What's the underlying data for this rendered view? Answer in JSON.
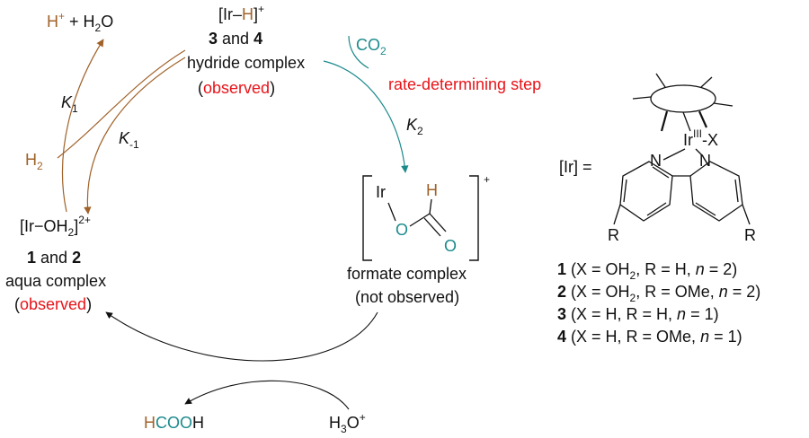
{
  "colors": {
    "brown": "#a0622a",
    "teal": "#1c8a8c",
    "red": "#e8141a",
    "black": "#111111"
  },
  "cycle": {
    "hydride": {
      "formula_open": "[Ir–",
      "formula_h": "H",
      "formula_close": "]",
      "charge": "+",
      "numbers_a": "3",
      "numbers_and": " and ",
      "numbers_b": "4",
      "name": "hydride complex",
      "paren_open": "(",
      "status": "observed",
      "paren_close": ")"
    },
    "aqua": {
      "formula_open": "[Ir−OH",
      "formula_sub": "2",
      "formula_close": "]",
      "charge": "2+",
      "numbers_a": "1",
      "numbers_and": " and ",
      "numbers_b": "2",
      "name": "aqua complex",
      "paren_open": "(",
      "status": "observed",
      "paren_close": ")"
    },
    "formate": {
      "ir": "Ir",
      "o1": "O",
      "h": "H",
      "o2": "O",
      "charge": "+",
      "name": "formate complex",
      "status": "(not observed)"
    },
    "products_left": {
      "h_plus": "H",
      "h_plus_sup": "+",
      "plus_water": " + H",
      "water_sub": "2",
      "water_o": "O"
    },
    "h2": {
      "label": "H",
      "sub": "2"
    },
    "co2": {
      "label": "CO",
      "sub": "2"
    },
    "rds": "rate-determining step",
    "k1": {
      "label": "K",
      "sub": "1"
    },
    "k_1": {
      "label": "K",
      "sub": "-1"
    },
    "k2": {
      "label": "K",
      "sub": "2"
    },
    "hcooh": {
      "h1": "H",
      "coo": "COO",
      "h2": "H"
    },
    "h3o": {
      "label": "H",
      "sub": "3",
      "o": "O",
      "sup": "+"
    }
  },
  "structure": {
    "ir_label": "[Ir] =",
    "ir_atom": "Ir",
    "ox_state": "III",
    "x": "X",
    "n1": "N",
    "n2": "N",
    "r1": "R",
    "r2": "R"
  },
  "legend": [
    {
      "num": "1",
      "pre": " (X = OH",
      "sub": "2",
      "mid": ", R = H, ",
      "n": "n",
      "post": " = 2)"
    },
    {
      "num": "2",
      "pre": " (X = OH",
      "sub": "2",
      "mid": ", R = OMe, ",
      "n": "n",
      "post": " = 2)"
    },
    {
      "num": "3",
      "pre": " (X = H, R = H, ",
      "sub": "",
      "mid": "",
      "n": "n",
      "post": " = 1)"
    },
    {
      "num": "4",
      "pre": " (X = H, R = OMe, ",
      "sub": "",
      "mid": "",
      "n": "n",
      "post": " = 1)"
    }
  ]
}
